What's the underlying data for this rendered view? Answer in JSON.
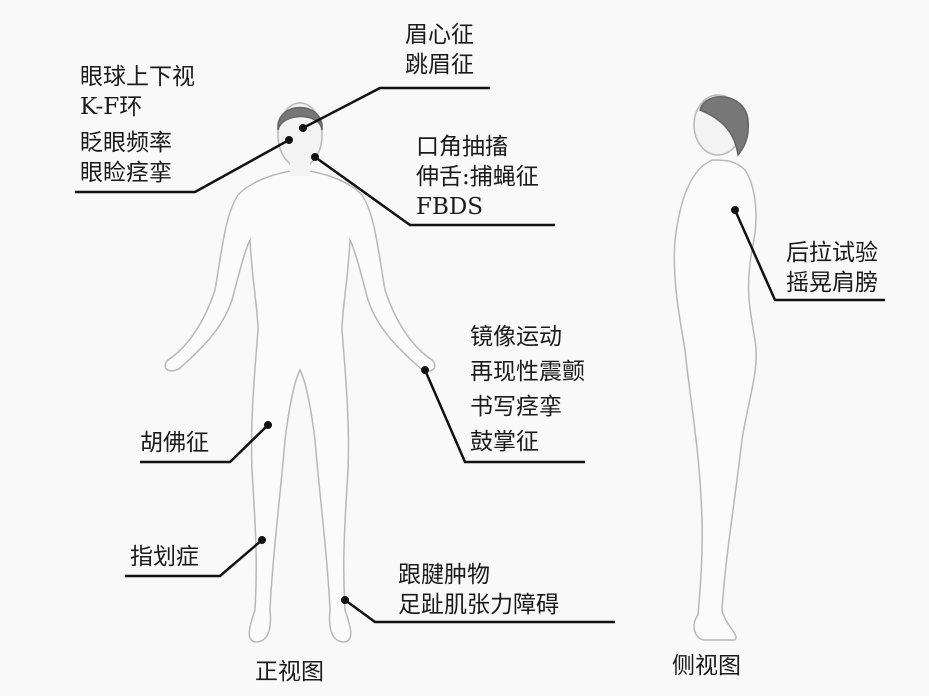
{
  "labels": {
    "eyes": [
      "眼球上下视",
      "K-F环",
      "眨眼频率",
      "眼睑痉挛"
    ],
    "brow": [
      "眉心征",
      "跳眉征"
    ],
    "mouth": [
      "口角抽搐",
      "伸舌:捕蝇征",
      "FBDS"
    ],
    "shoulder": [
      "后拉试验",
      "摇晃肩膀"
    ],
    "hand": [
      "镜像运动",
      "再现性震颤",
      "书写痉挛",
      "鼓掌征"
    ],
    "thigh": [
      "胡佛征"
    ],
    "shin": [
      "指划症"
    ],
    "ankle": [
      "跟腱肿物",
      "足趾肌张力障碍"
    ]
  },
  "captions": {
    "front": "正视图",
    "side": "侧视图"
  }
}
